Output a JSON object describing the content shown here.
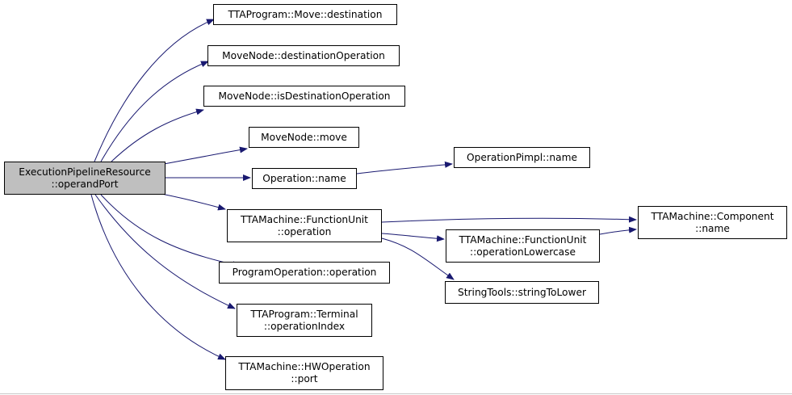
{
  "colors": {
    "edge": "#191970",
    "root_fill": "#bfbfbf",
    "node_fill": "#ffffff",
    "border": "#000000"
  },
  "nodes": {
    "root": [
      "ExecutionPipelineResource",
      "::operandPort"
    ],
    "move_destination": [
      "TTAProgram::Move::destination"
    ],
    "destination_operation": [
      "MoveNode::destinationOperation"
    ],
    "is_destination_operation": [
      "MoveNode::isDestinationOperation"
    ],
    "move_node_move": [
      "MoveNode::move"
    ],
    "operation_name": [
      "Operation::name"
    ],
    "operation_pimpl_name": [
      "OperationPimpl::name"
    ],
    "function_unit_operation": [
      "TTAMachine::FunctionUnit",
      "::operation"
    ],
    "component_name": [
      "TTAMachine::Component",
      "::name"
    ],
    "operation_lowercase": [
      "TTAMachine::FunctionUnit",
      "::operationLowercase"
    ],
    "string_to_lower": [
      "StringTools::stringToLower"
    ],
    "program_operation": [
      "ProgramOperation::operation"
    ],
    "terminal_operation_index": [
      "TTAProgram::Terminal",
      "::operationIndex"
    ],
    "hw_operation_port": [
      "TTAMachine::HWOperation",
      "::port"
    ]
  }
}
